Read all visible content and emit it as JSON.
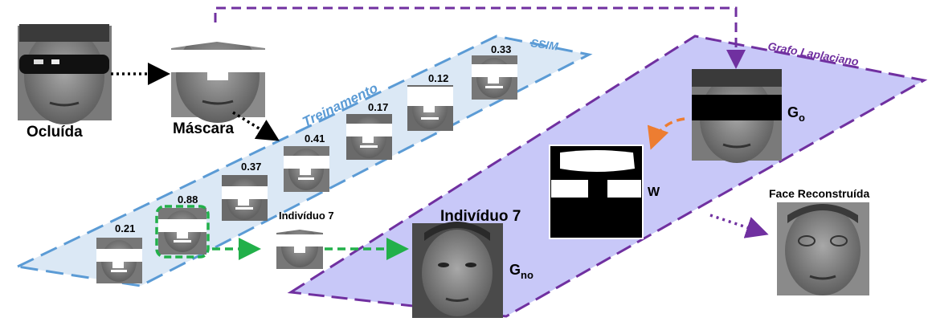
{
  "labels": {
    "occluded": "Ocluída",
    "mask": "Máscara",
    "training": "Treinamento",
    "ssim": "SSIM",
    "graph": "Grafo Laplaciano",
    "individual_small": "Indivíduo 7",
    "individual_large": "Indivíduo 7",
    "g_o": "G",
    "g_o_sub": "o",
    "w": "W",
    "g_no": "G",
    "g_no_sub": "no",
    "reconstructed": "Face Reconstruída"
  },
  "ssim_scores": [
    "0.21",
    "0.88",
    "0.37",
    "0.41",
    "0.17",
    "0.12",
    "0.33"
  ],
  "colors": {
    "training_fill": "#dbe8f5",
    "training_border": "#5b9bd5",
    "graph_fill": "#c8c8f8",
    "graph_border": "#7030a0",
    "green": "#22b04a",
    "orange": "#ed7d31"
  }
}
